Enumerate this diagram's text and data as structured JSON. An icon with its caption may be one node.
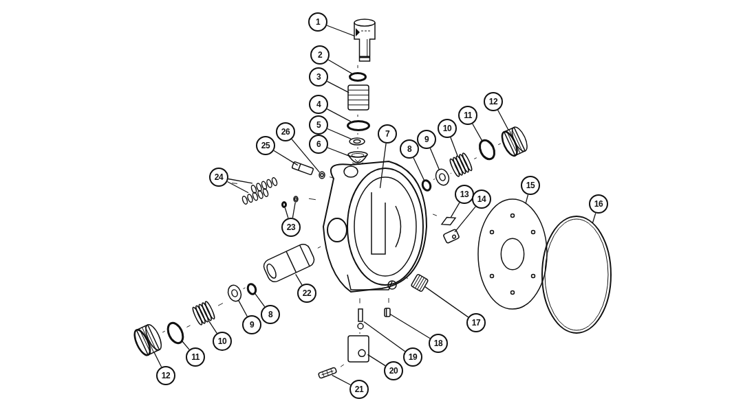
{
  "diagram": {
    "nodes": [
      {
        "text": [
          "1"
        ]
      },
      {
        "text": [],
        "shape": "picture"
      },
      {
        "text": [
          "2"
        ]
      },
      {
        "text": [],
        "shape": "circle"
      },
      {
        "text": [
          "3"
        ]
      },
      {
        "text": [],
        "shape": "picture"
      },
      {
        "text": [
          "4"
        ]
      },
      {
        "text": [],
        "shape": "circle"
      },
      {
        "text": [
          "5"
        ]
      },
      {
        "text": [],
        "shape": "picture"
      },
      {
        "text": [
          "6"
        ]
      },
      {
        "text": [],
        "shape": "picture"
      },
      {
        "text": [
          "7"
        ]
      },
      {
        "text": [],
        "shape": "picture"
      },
      {
        "text": [
          "8"
        ]
      },
      {
        "text": [],
        "shape": "circle"
      },
      {
        "text": [
          "9"
        ]
      },
      {
        "text": [],
        "shape": "picture"
      },
      {
        "text": [
          "10"
        ]
      },
      {
        "text": [],
        "shape": "picture"
      },
      {
        "text": [
          "11"
        ]
      },
      {
        "text": [],
        "shape": "circle"
      },
      {
        "text": [
          "12"
        ]
      },
      {
        "text": [],
        "shape": "picture"
      },
      {
        "text": [
          "13"
        ]
      },
      {
        "text": [],
        "shape": "picture"
      },
      {
        "text": [
          "14"
        ]
      },
      {
        "text": [],
        "shape": "picture"
      },
      {
        "text": [
          "15"
        ]
      },
      {
        "text": [],
        "shape": "picture"
      },
      {
        "text": [
          "16"
        ]
      },
      {
        "text": [],
        "shape": "picture"
      },
      {
        "text": [
          "17"
        ]
      },
      {
        "text": [],
        "shape": "picture"
      },
      {
        "text": [
          "18"
        ]
      },
      {
        "text": [],
        "shape": "picture"
      },
      {
        "text": [
          "19"
        ]
      },
      {
        "text": [],
        "shape": "picture"
      },
      {
        "text": [
          "20"
        ]
      },
      {
        "text": [],
        "shape": "picture"
      },
      {
        "text": [
          "21"
        ]
      },
      {
        "text": [],
        "shape": "picture"
      },
      {
        "text": [
          "22"
        ]
      },
      {
        "text": [],
        "shape": "picture"
      },
      {
        "text": [
          "23"
        ]
      },
      {
        "text": [],
        "shape": "circle"
      },
      {
        "text": [],
        "shape": "picture"
      },
      {
        "text": [
          "24"
        ]
      },
      {
        "text": [],
        "shape": "picture"
      },
      {
        "text": [],
        "shape": "picture"
      },
      {
        "text": [
          "25"
        ]
      },
      {
        "text": [],
        "shape": "picture"
      },
      {
        "text": [
          "26"
        ]
      },
      {
        "text": [],
        "shape": "picture"
      },
      {
        "text": [
          "8"
        ]
      },
      {
        "text": [],
        "shape": "circle"
      },
      {
        "text": [
          "9"
        ]
      },
      {
        "text": [],
        "shape": "picture"
      },
      {
        "text": [
          "10"
        ]
      },
      {
        "text": [],
        "shape": "picture"
      },
      {
        "text": [
          "11"
        ]
      },
      {
        "text": [],
        "shape": "circle"
      },
      {
        "text": [
          "12"
        ]
      },
      {
        "text": [],
        "shape": "picture"
      }
    ],
    "edges": [
      {
        "from": 0,
        "to": 1,
        "arrow": "none"
      },
      {
        "from": 2,
        "to": 3,
        "arrow": "none"
      },
      {
        "from": 4,
        "to": 5,
        "arrow": "none"
      },
      {
        "from": 6,
        "to": 7,
        "arrow": "none"
      },
      {
        "from": 8,
        "to": 9,
        "arrow": "none"
      },
      {
        "from": 10,
        "to": 11,
        "arrow": "none"
      },
      {
        "from": 12,
        "to": 13,
        "arrow": "none"
      },
      {
        "from": 14,
        "to": 15,
        "arrow": "none"
      },
      {
        "from": 16,
        "to": 17,
        "arrow": "none"
      },
      {
        "from": 18,
        "to": 19,
        "arrow": "none"
      },
      {
        "from": 20,
        "to": 21,
        "arrow": "none"
      },
      {
        "from": 22,
        "to": 23,
        "arrow": "none"
      },
      {
        "from": 24,
        "to": 25,
        "arrow": "none"
      },
      {
        "from": 26,
        "to": 27,
        "arrow": "none"
      },
      {
        "from": 28,
        "to": 29,
        "arrow": "none"
      },
      {
        "from": 30,
        "to": 31,
        "arrow": "none"
      },
      {
        "from": 32,
        "to": 33,
        "arrow": "none"
      },
      {
        "from": 34,
        "to": 35,
        "arrow": "none"
      },
      {
        "from": 36,
        "to": 37,
        "arrow": "none"
      },
      {
        "from": 38,
        "to": 39,
        "arrow": "none"
      },
      {
        "from": 40,
        "to": 41,
        "arrow": "none"
      },
      {
        "from": 42,
        "to": 43,
        "arrow": "none"
      },
      {
        "from": 44,
        "to": 45,
        "arrow": "none"
      },
      {
        "from": 44,
        "to": 46,
        "arrow": "none"
      },
      {
        "from": 47,
        "to": 48,
        "arrow": "none"
      },
      {
        "from": 47,
        "to": 49,
        "arrow": "none"
      },
      {
        "from": 50,
        "to": 51,
        "arrow": "none"
      },
      {
        "from": 52,
        "to": 53,
        "arrow": "none"
      },
      {
        "from": 54,
        "to": 55,
        "arrow": "none"
      },
      {
        "from": 56,
        "to": 57,
        "arrow": "none"
      },
      {
        "from": 58,
        "to": 59,
        "arrow": "none"
      },
      {
        "from": 60,
        "to": 61,
        "arrow": "none"
      },
      {
        "from": 62,
        "to": 63,
        "arrow": "none"
      }
    ]
  }
}
